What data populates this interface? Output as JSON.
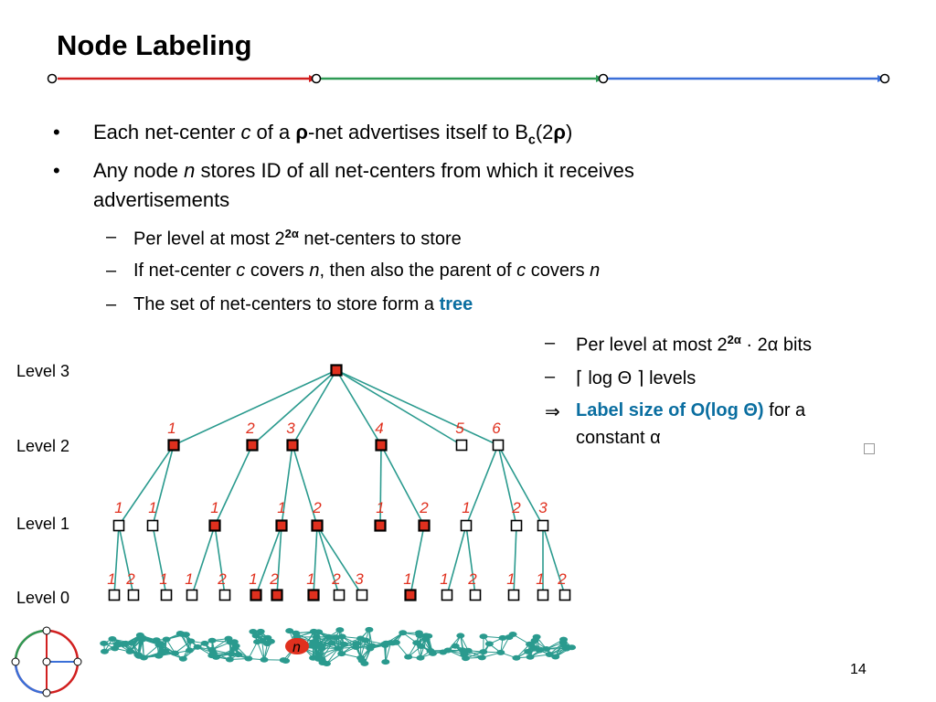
{
  "slide": {
    "title": "Node Labeling",
    "page_number": "14",
    "rule_colors": {
      "red": "#d11f1f",
      "green": "#2e9a55",
      "blue": "#3a6fd8"
    }
  },
  "bullets": [
    {
      "parts": [
        "Each net-center ",
        "c",
        " of a ",
        "ρ",
        "-net advertises itself to B",
        "c",
        "(2",
        "ρ",
        ")"
      ]
    },
    {
      "line1": "Any node ",
      "italic": "n",
      "rest1": " stores ID of all net-centers from which it receives",
      "line2": "advertisements"
    }
  ],
  "sub_bullets": [
    {
      "pre": "Per level at most 2",
      "exp": "2α",
      "post": " net-centers to store"
    },
    {
      "pre": "If net-center ",
      "i1": "c",
      "mid1": " covers ",
      "i2": "n",
      "mid2": ", then also the parent of ",
      "i3": "c",
      "mid3": " covers ",
      "i4": "n"
    },
    {
      "pre": "The set of net-centers to store form a ",
      "accent": "tree"
    }
  ],
  "right_notes": {
    "l1_pre": "Per level at most 2",
    "l1_exp": "2α",
    "l1_post": " · 2α bits",
    "l2": "⌈ log Θ ⌉ levels",
    "l3_arrow": "⇒",
    "l3_accent": "Label size of O(log Θ)",
    "l3_post": " for a",
    "l4": "constant α"
  },
  "levels": [
    "Level 3",
    "Level 2",
    "Level 1",
    "Level 0"
  ],
  "tree": {
    "level3": [
      {
        "filled": true
      }
    ],
    "level2": [
      {
        "label": "1",
        "filled": true
      },
      {
        "label": "2",
        "filled": true
      },
      {
        "label": "3",
        "filled": true
      },
      {
        "label": "4",
        "filled": true
      },
      {
        "label": "5",
        "filled": false
      },
      {
        "label": "6",
        "filled": false
      }
    ],
    "level1": [
      {
        "label": "1",
        "filled": false
      },
      {
        "label": "1",
        "filled": false
      },
      {
        "label": "1",
        "filled": true
      },
      {
        "label": "1",
        "filled": true
      },
      {
        "label": "2",
        "filled": true
      },
      {
        "label": "1",
        "filled": true
      },
      {
        "label": "2",
        "filled": true
      },
      {
        "label": "1",
        "filled": false
      },
      {
        "label": "2",
        "filled": false
      },
      {
        "label": "3",
        "filled": false
      }
    ],
    "level0": [
      {
        "label": "1",
        "filled": false
      },
      {
        "label": "2",
        "filled": false
      },
      {
        "label": "1",
        "filled": false
      },
      {
        "label": "1",
        "filled": false
      },
      {
        "label": "2",
        "filled": false
      },
      {
        "label": "1",
        "filled": true
      },
      {
        "label": "2",
        "filled": true
      },
      {
        "label": "1",
        "filled": true
      },
      {
        "label": "2",
        "filled": false
      },
      {
        "label": "3",
        "filled": false
      },
      {
        "label": "1",
        "filled": true
      },
      {
        "label": "1",
        "filled": false
      },
      {
        "label": "2",
        "filled": false
      },
      {
        "label": "1",
        "filled": false
      },
      {
        "label": "1",
        "filled": false
      },
      {
        "label": "2",
        "filled": false
      }
    ],
    "node_label": "n"
  }
}
